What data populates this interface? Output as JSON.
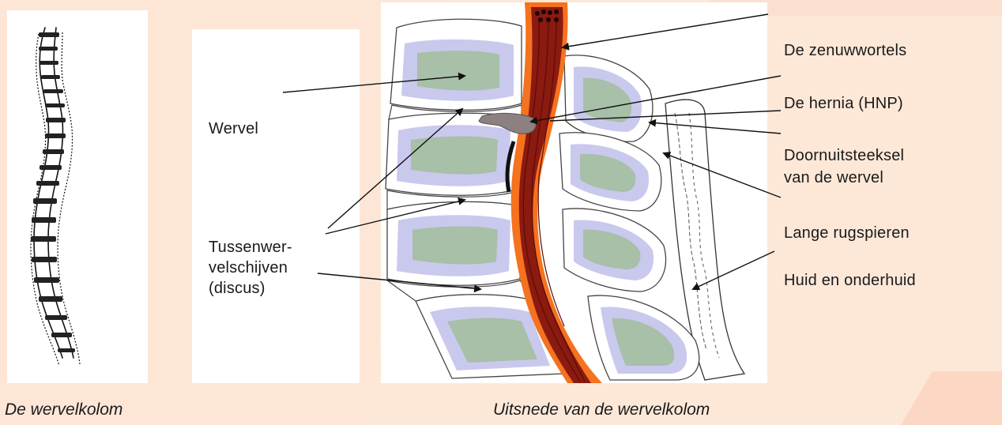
{
  "colors": {
    "background": "#fde8d8",
    "accent_band": "#fbd7c4",
    "disc": "#ffffff",
    "vertebra_outer": "#c9c9ee",
    "vertebra_inner": "#a8bfa8",
    "spinal_cord": "#8b1a10",
    "cord_sheath": "#f5721f",
    "hernia": "#8c8080"
  },
  "labels": {
    "wervel": "Wervel",
    "discus_line1": "Tussenwer-",
    "discus_line2": "velschijven",
    "discus_line3": "(discus)",
    "zenuwwortels": "De zenuwwortels",
    "hernia": "De hernia (HNP)",
    "doorn_line1": "Doornuitsteeksel",
    "doorn_line2": "van de wervel",
    "rugspieren": "Lange rugspieren",
    "huid": "Huid en onderhuid"
  },
  "captions": {
    "left": "De wervelkolom",
    "right": "Uitsnede van de wervelkolom"
  }
}
